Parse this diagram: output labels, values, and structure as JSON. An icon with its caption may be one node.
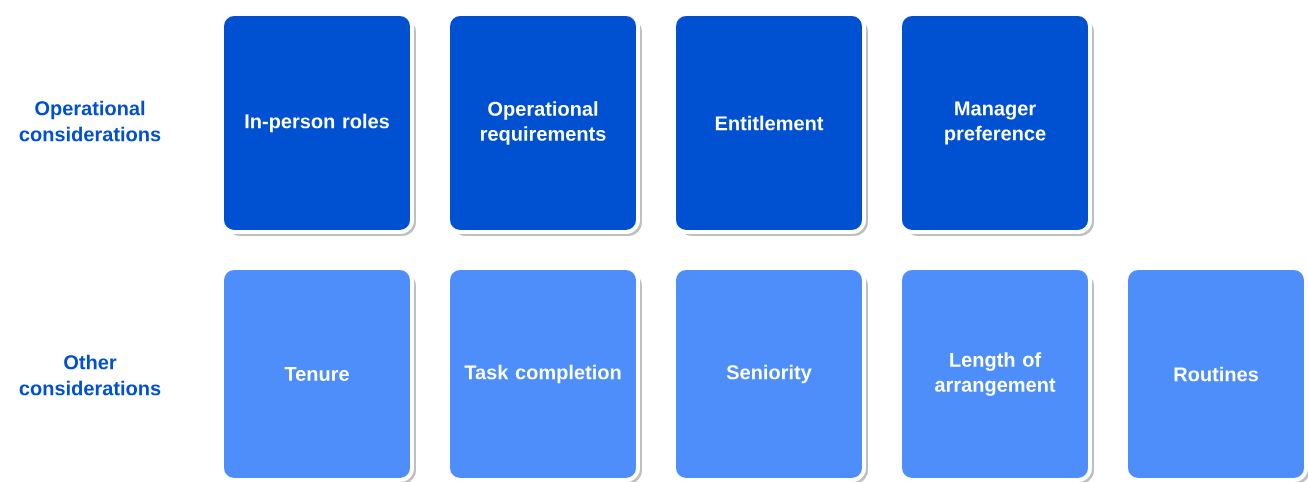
{
  "diagram": {
    "nodes": [
      {
        "text": [
          "In-person roles"
        ]
      },
      {
        "text": [
          "Operational requirements"
        ]
      },
      {
        "text": [
          "Entitlement"
        ]
      },
      {
        "text": [
          "Manager preference"
        ]
      },
      {
        "text": [
          "Tenure"
        ]
      },
      {
        "text": [
          "Task completion"
        ]
      },
      {
        "text": [
          "Seniority"
        ]
      },
      {
        "text": [
          "Length of arrangement"
        ]
      },
      {
        "text": [
          "Routines"
        ]
      }
    ],
    "labels": [
      "Operational considerations",
      "Other considerations"
    ]
  }
}
